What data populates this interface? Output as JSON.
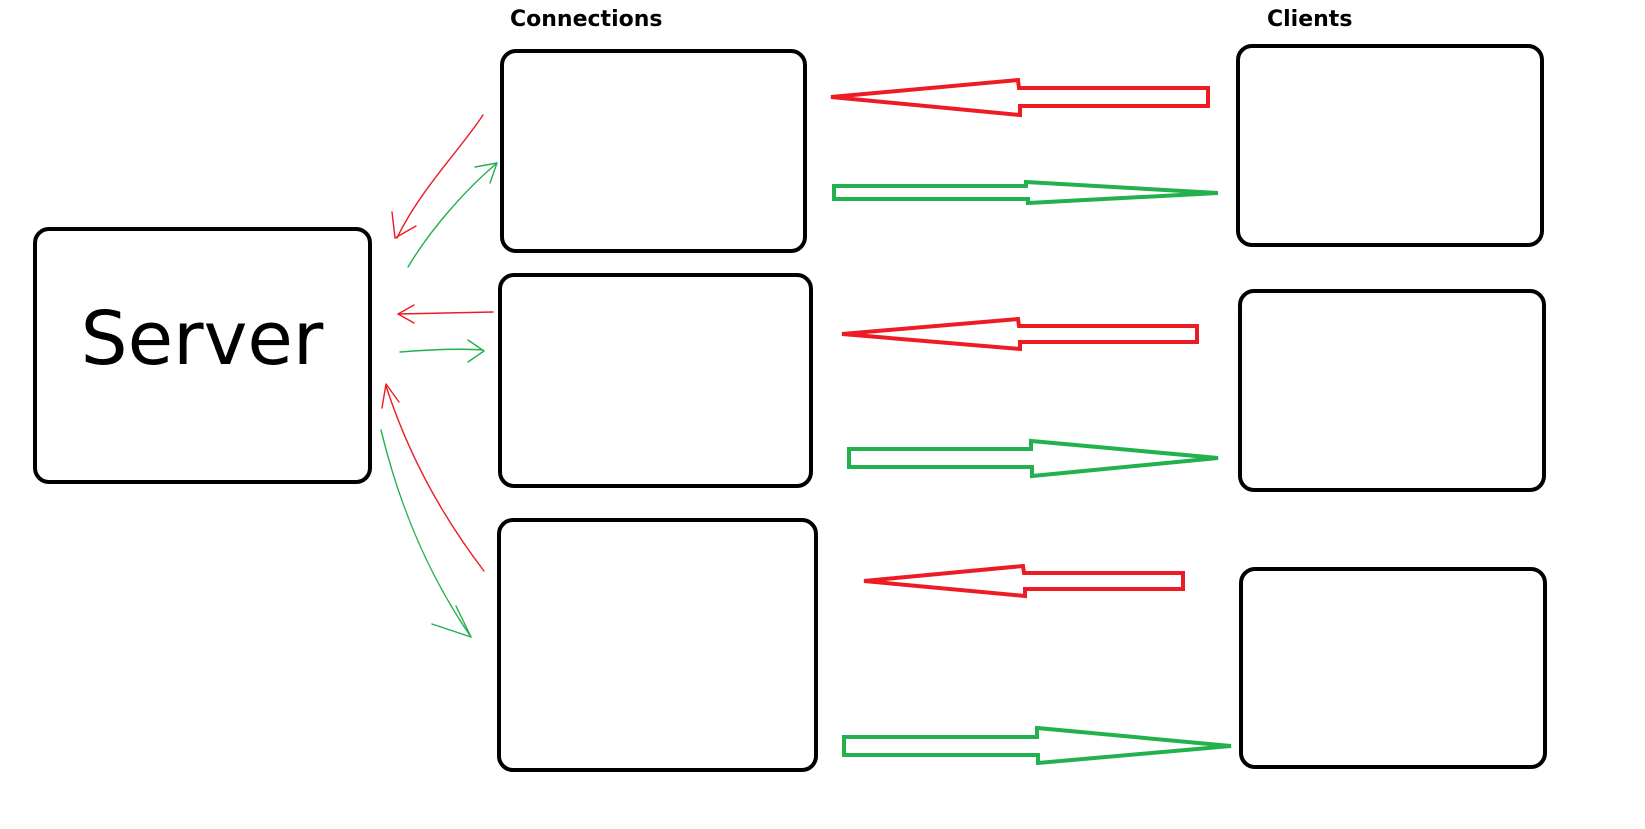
{
  "labels": {
    "connections": "Connections",
    "clients": "Clients",
    "server": "Server"
  },
  "colors": {
    "request": "#ed1c24",
    "response": "#22b14c",
    "outline": "#000000"
  }
}
